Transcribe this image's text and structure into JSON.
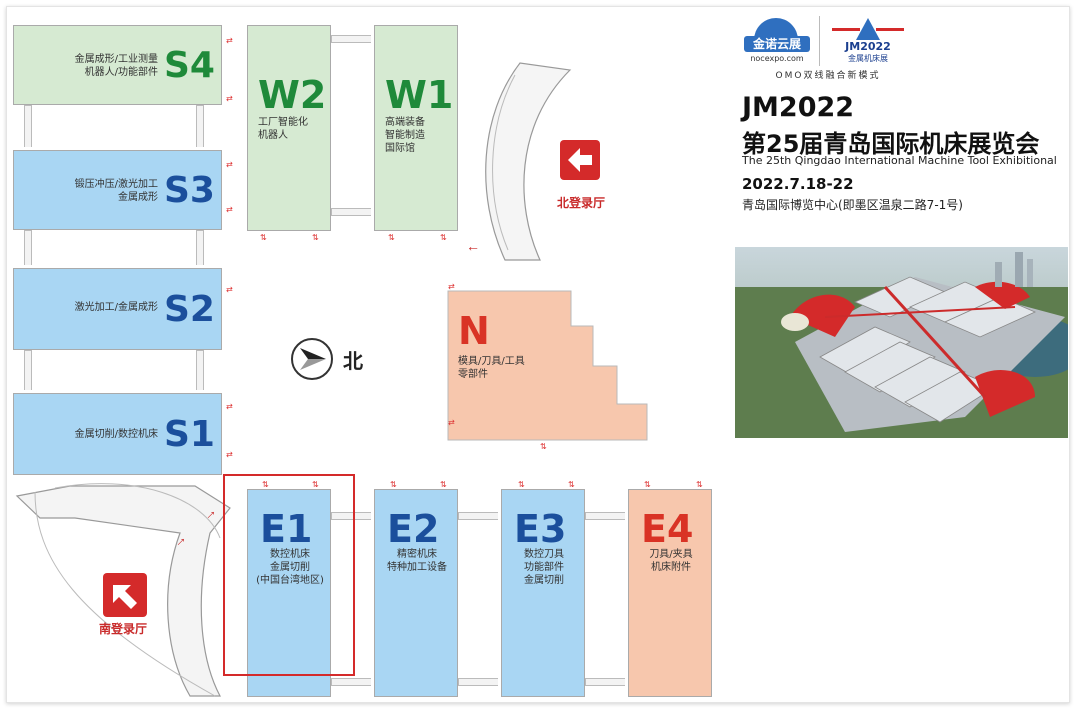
{
  "header": {
    "brand_logo_text": "金诺云展",
    "brand_url": "nocexpo.com",
    "jm_logo_text": "JM2022",
    "jm_logo_sub": "金属机床展",
    "slogan": "OMO双线融合新模式",
    "title_code": "JM2022",
    "title_cn": "第25届青岛国际机床展览会",
    "title_en": "The 25th Qingdao International Machine Tool Exhibitional",
    "dates": "2022.7.18-22",
    "venue": "青岛国际博览中心(即墨区温泉二路7-1号)"
  },
  "halls": {
    "s4": {
      "code": "S4",
      "desc": [
        "金属成形/工业测量",
        "机器人/功能部件"
      ]
    },
    "s3": {
      "code": "S3",
      "desc": [
        "锻压冲压/激光加工",
        "金属成形"
      ]
    },
    "s2": {
      "code": "S2",
      "desc": [
        "激光加工/金属成形"
      ]
    },
    "s1": {
      "code": "S1",
      "desc": [
        "金属切削/数控机床"
      ]
    },
    "w2": {
      "code": "W2",
      "desc": [
        "工厂智能化",
        "机器人"
      ]
    },
    "w1": {
      "code": "W1",
      "desc": [
        "高端装备",
        "智能制造",
        "国际馆"
      ]
    },
    "n": {
      "code": "N",
      "desc": [
        "模具/刀具/工具",
        "零部件"
      ]
    },
    "e1": {
      "code": "E1",
      "desc": [
        "数控机床",
        "金属切削",
        "(中国台湾地区)"
      ]
    },
    "e2": {
      "code": "E2",
      "desc": [
        "精密机床",
        "特种加工设备"
      ]
    },
    "e3": {
      "code": "E3",
      "desc": [
        "数控刀具",
        "功能部件",
        "金属切削"
      ]
    },
    "e4": {
      "code": "E4",
      "desc": [
        "刀具/夹具",
        "机床附件"
      ]
    }
  },
  "map": {
    "north_label": "北",
    "north_lobby": "北登录厅",
    "south_lobby": "南登录厅",
    "highlighted_hall": "E1"
  },
  "colors": {
    "green_hall": "#d6ead2",
    "blue_hall": "#a9d6f3",
    "peach_hall": "#f7c7ad",
    "green_code": "#1f8a3a",
    "blue_code": "#1b4f9c",
    "red_code": "#d93325",
    "highlight": "#d42a2a"
  }
}
